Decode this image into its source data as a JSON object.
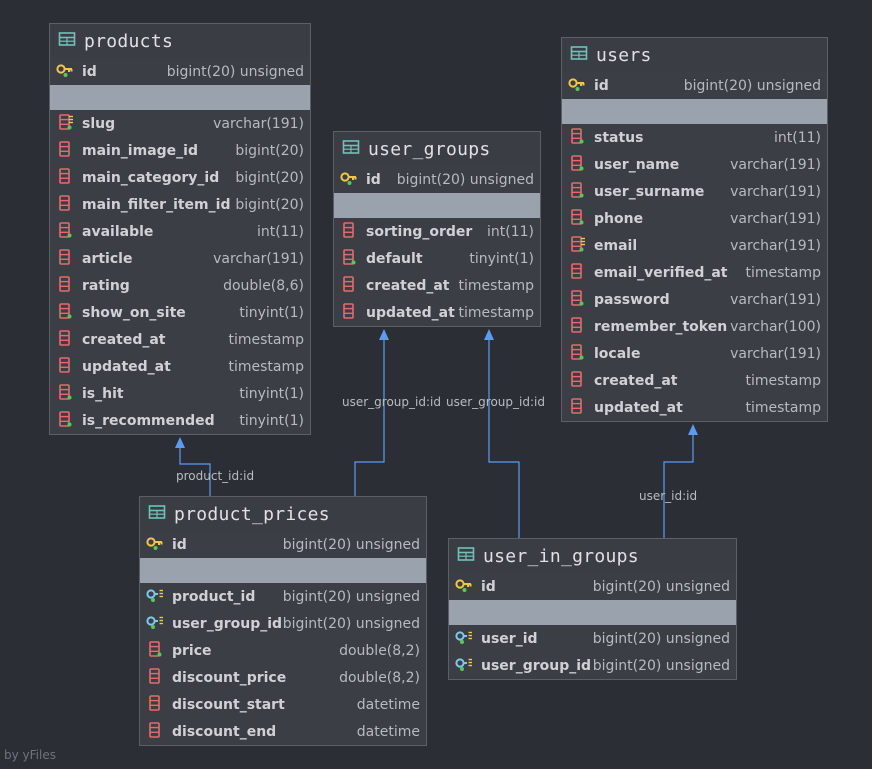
{
  "tables": {
    "products": {
      "name": "products",
      "pk": {
        "name": "id",
        "type": "bigint(20) unsigned"
      },
      "cols": [
        {
          "name": "slug",
          "type": "varchar(191)",
          "icon": "unique-index-icon"
        },
        {
          "name": "main_image_id",
          "type": "bigint(20)",
          "icon": "column-icon"
        },
        {
          "name": "main_category_id",
          "type": "bigint(20)",
          "icon": "column-icon"
        },
        {
          "name": "main_filter_item_id",
          "type": "bigint(20)",
          "icon": "column-icon"
        },
        {
          "name": "available",
          "type": "int(11)",
          "icon": "column-notnull-icon"
        },
        {
          "name": "article",
          "type": "varchar(191)",
          "icon": "column-icon"
        },
        {
          "name": "rating",
          "type": "double(8,6)",
          "icon": "column-icon"
        },
        {
          "name": "show_on_site",
          "type": "tinyint(1)",
          "icon": "column-notnull-icon"
        },
        {
          "name": "created_at",
          "type": "timestamp",
          "icon": "column-icon"
        },
        {
          "name": "updated_at",
          "type": "timestamp",
          "icon": "column-icon"
        },
        {
          "name": "is_hit",
          "type": "tinyint(1)",
          "icon": "column-notnull-icon"
        },
        {
          "name": "is_recommended",
          "type": "tinyint(1)",
          "icon": "column-notnull-icon"
        }
      ]
    },
    "user_groups": {
      "name": "user_groups",
      "pk": {
        "name": "id",
        "type": "bigint(20) unsigned"
      },
      "cols": [
        {
          "name": "sorting_order",
          "type": "int(11)",
          "icon": "column-icon"
        },
        {
          "name": "default",
          "type": "tinyint(1)",
          "icon": "column-notnull-icon"
        },
        {
          "name": "created_at",
          "type": "timestamp",
          "icon": "column-icon"
        },
        {
          "name": "updated_at",
          "type": "timestamp",
          "icon": "column-icon"
        }
      ]
    },
    "users": {
      "name": "users",
      "pk": {
        "name": "id",
        "type": "bigint(20) unsigned"
      },
      "cols": [
        {
          "name": "status",
          "type": "int(11)",
          "icon": "column-notnull-icon"
        },
        {
          "name": "user_name",
          "type": "varchar(191)",
          "icon": "column-notnull-icon"
        },
        {
          "name": "user_surname",
          "type": "varchar(191)",
          "icon": "column-notnull-icon"
        },
        {
          "name": "phone",
          "type": "varchar(191)",
          "icon": "column-notnull-icon"
        },
        {
          "name": "email",
          "type": "varchar(191)",
          "icon": "unique-index-icon"
        },
        {
          "name": "email_verified_at",
          "type": "timestamp",
          "icon": "column-icon"
        },
        {
          "name": "password",
          "type": "varchar(191)",
          "icon": "column-notnull-icon"
        },
        {
          "name": "remember_token",
          "type": "varchar(100)",
          "icon": "column-icon"
        },
        {
          "name": "locale",
          "type": "varchar(191)",
          "icon": "column-notnull-icon"
        },
        {
          "name": "created_at",
          "type": "timestamp",
          "icon": "column-icon"
        },
        {
          "name": "updated_at",
          "type": "timestamp",
          "icon": "column-icon"
        }
      ]
    },
    "product_prices": {
      "name": "product_prices",
      "pk": {
        "name": "id",
        "type": "bigint(20) unsigned"
      },
      "cols": [
        {
          "name": "product_id",
          "type": "bigint(20) unsigned",
          "icon": "foreign-key-icon"
        },
        {
          "name": "user_group_id",
          "type": "bigint(20) unsigned",
          "icon": "foreign-key-icon"
        },
        {
          "name": "price",
          "type": "double(8,2)",
          "icon": "column-notnull-icon"
        },
        {
          "name": "discount_price",
          "type": "double(8,2)",
          "icon": "column-icon"
        },
        {
          "name": "discount_start",
          "type": "datetime",
          "icon": "column-icon"
        },
        {
          "name": "discount_end",
          "type": "datetime",
          "icon": "column-icon"
        }
      ]
    },
    "user_in_groups": {
      "name": "user_in_groups",
      "pk": {
        "name": "id",
        "type": "bigint(20) unsigned"
      },
      "cols": [
        {
          "name": "user_id",
          "type": "bigint(20) unsigned",
          "icon": "foreign-key-icon"
        },
        {
          "name": "user_group_id",
          "type": "bigint(20) unsigned",
          "icon": "foreign-key-icon"
        }
      ]
    }
  },
  "relations": [
    {
      "label": "product_id:id",
      "from": "product_prices",
      "to": "products"
    },
    {
      "label": "user_group_id:id",
      "from": "product_prices",
      "to": "user_groups"
    },
    {
      "label": "user_group_id:id",
      "from": "user_in_groups",
      "to": "user_groups"
    },
    {
      "label": "user_id:id",
      "from": "user_in_groups",
      "to": "users"
    }
  ],
  "credit": "by yFiles",
  "colors": {
    "background": "#2b2e35",
    "connector": "#5b9cf0",
    "pk_key": "#f2c744",
    "fk_key": "#7ec8ee",
    "column": "#e46b6b",
    "table_icon": "#6fc2b8"
  }
}
